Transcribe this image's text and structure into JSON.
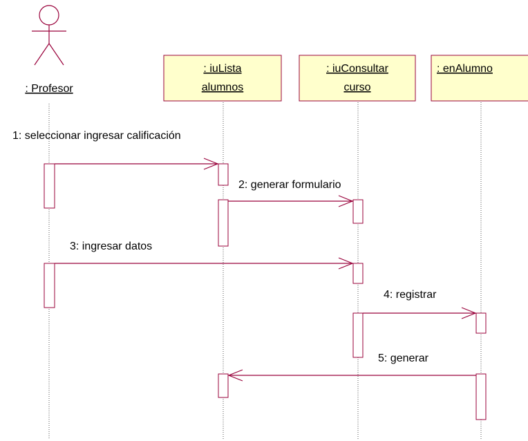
{
  "diagram": {
    "actor": {
      "label": ": Profesor"
    },
    "objects": [
      {
        "id": "lista",
        "label_line1": ": iuLista",
        "label_line2": "alumnos"
      },
      {
        "id": "consultar",
        "label_line1": ": iuConsultar",
        "label_line2": "curso"
      },
      {
        "id": "alumno",
        "label_line1": ": enAlumno",
        "label_line2": ""
      }
    ],
    "messages": [
      {
        "id": "m1",
        "label": "1: seleccionar ingresar calificación",
        "from": "profesor",
        "to": "lista"
      },
      {
        "id": "m2",
        "label": "2: generar formulario",
        "from": "lista",
        "to": "consultar"
      },
      {
        "id": "m3",
        "label": "3: ingresar datos",
        "from": "profesor",
        "to": "consultar"
      },
      {
        "id": "m4",
        "label": "4: registrar",
        "from": "consultar",
        "to": "alumno"
      },
      {
        "id": "m5",
        "label": "5: generar",
        "from": "alumno",
        "to": "lista"
      }
    ],
    "colors": {
      "object_fill": "#ffffcc",
      "object_stroke": "#99003a",
      "message": "#99003a",
      "activation": "#99003a",
      "lifeline": "#555555",
      "actor": "#99003a",
      "text": "#000000"
    }
  }
}
